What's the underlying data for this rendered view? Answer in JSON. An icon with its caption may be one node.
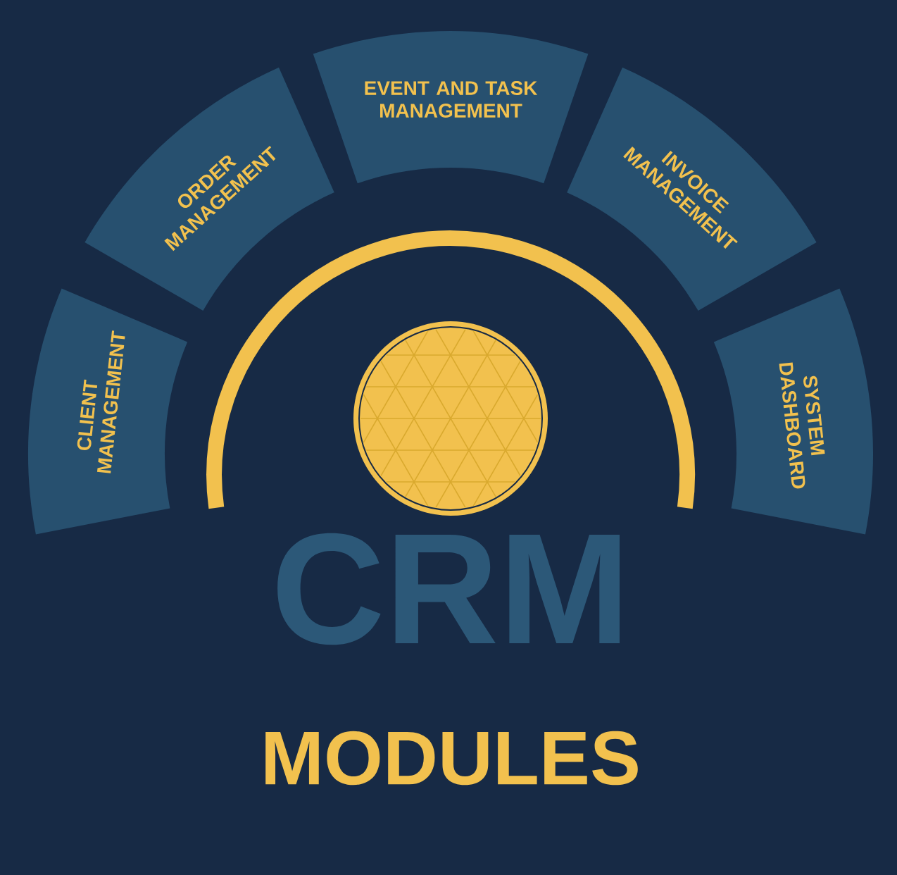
{
  "diagram": {
    "nodes": [
      {
        "text": [
          "CLIENT MANAGEMENT"
        ]
      },
      {
        "text": [
          "ORDER MANAGEMENT"
        ]
      },
      {
        "text": [
          "EVENT AND TASK MANAGEMENT"
        ]
      },
      {
        "text": [
          "INVOICE MANAGEMENT"
        ]
      },
      {
        "text": [
          "SYSTEM DASHBOARD"
        ]
      }
    ],
    "edges": [],
    "labels": [
      "CRM",
      "MODULES"
    ]
  }
}
